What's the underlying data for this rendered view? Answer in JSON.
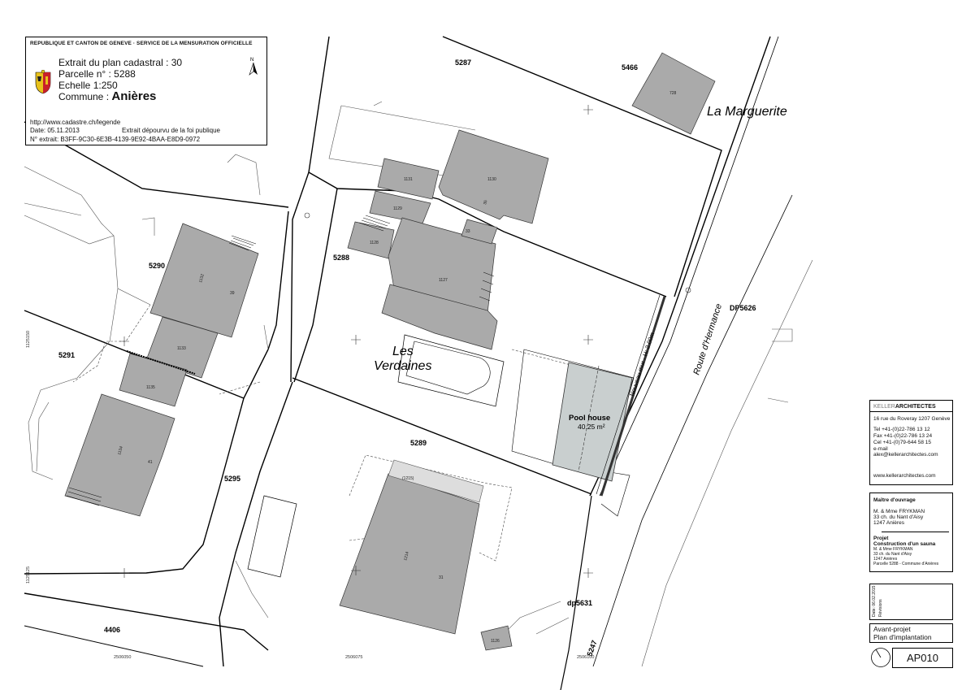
{
  "cadastre": {
    "header": "REPUBLIQUE ET CANTON DE GENEVE  ·  SERVICE DE LA MENSURATION OFFICIELLE",
    "plan": "Extrait du plan cadastral : 30",
    "parcel": "Parcelle n° : 5288",
    "scale": "Echelle 1:250",
    "commune_label": "Commune : ",
    "commune_value": "Anières",
    "url": "http://www.cadastre.ch/legende",
    "date": "Date: 05.11.2013",
    "note": "Extrait dépourvu de la foi publique",
    "extract_no": "N° extrait: B3FF-9C30-6E3B-4139-9E92-4BAA-E8D9-0972",
    "north": "N"
  },
  "parcels": {
    "p5287": "5287",
    "p5466": "5466",
    "p5288": "5288",
    "p5290": "5290",
    "p5291": "5291",
    "p5289": "5289",
    "p5295": "5295",
    "p4406": "4406",
    "dp5626": "DP5626",
    "dp5631": "dp5631",
    "p5247": "5247"
  },
  "buildings": {
    "b728": "728",
    "b1130": "1130",
    "b1131": "1131",
    "b1129": "1129",
    "b1128": "1128",
    "b1127": "1127",
    "b33": "33",
    "b35": "35",
    "b1132": "1132",
    "b39": "39",
    "b1133": "1133",
    "b1135": "1135",
    "b1134": "1134",
    "b41": "41",
    "b1214": "1214",
    "b31": "31",
    "b1215": "(1215)",
    "b1126": "1126"
  },
  "places": {
    "la_marguerite": "La Marguerite",
    "les": "Les",
    "verdaines": "Verdaines",
    "route": "Route d'Hermance",
    "wall": "Nouveau mur - H: 2.00m",
    "pool_house": "Pool house",
    "pool_area": "40.25 m²"
  },
  "coords": {
    "x1": "2506050",
    "x2": "2506075",
    "x3": "2506100",
    "y1": "1125150",
    "y2": "1125125"
  },
  "office": {
    "name_light": "KELLER",
    "name_bold": "ARCHITECTES",
    "address": "16 rue du Roveray  1207 Genève",
    "tel": "Tel     +41-(0)22-786 13 12",
    "fax": "Fax    +41-(0)22-786 13 24",
    "cel": "Cel     +41-(0)79-644 58 15",
    "email_label": "e-mail",
    "email": "alex@kellerarchitectes.com",
    "web": "www.kellerarchitectes.com"
  },
  "owner": {
    "title": "Maître d'ouvrage",
    "name": "M. & Mme FRYKMAN",
    "street": "33 ch. du Nant d'Aisy",
    "city": "1247 Anières",
    "project_label": "Projet",
    "project": "Construction d'un sauna",
    "p_name": "M. & Mme FRYKMAN",
    "p_street": "33 ch. du Nant d'Aisy",
    "p_city": "1247 Anières",
    "p_parcel": "Parcelle 5288 - Commune d'Anières"
  },
  "dates": {
    "date_label": "Date:",
    "date": "06.02.2015",
    "revisions": "Révisions"
  },
  "phase": {
    "line1": "Avant-projet",
    "line2": "Plan d'implantation"
  },
  "drawing_number": "AP010"
}
